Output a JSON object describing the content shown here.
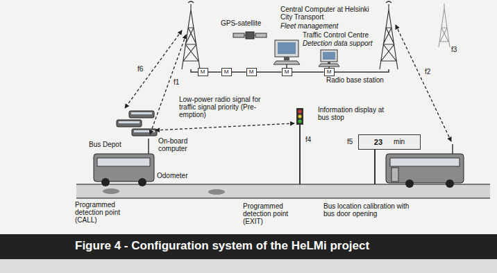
{
  "diagram": {
    "caption": "Figure 4 - Configuration system of the HeLMi project",
    "nodes": [
      {
        "text": [
          "M"
        ]
      },
      {
        "text": [
          "M"
        ]
      },
      {
        "text": [
          "M"
        ]
      },
      {
        "text": [
          "M"
        ]
      },
      {
        "text": [
          "M"
        ]
      },
      {
        "text": [
          "23",
          "min"
        ]
      }
    ],
    "edges": [
      {
        "from": 0,
        "to": 1,
        "arrow": "none"
      },
      {
        "from": 1,
        "to": 2,
        "arrow": "none"
      },
      {
        "from": 2,
        "to": 3,
        "arrow": "none"
      },
      {
        "from": 3,
        "to": 4,
        "arrow": "none"
      }
    ],
    "labels": [
      "GPS-satellite",
      "Central Computer at Helsinki City Transport",
      "Fleet management",
      "Traffic Control Centre",
      "Detection data support",
      "Radio base station",
      "f1",
      "f2",
      "f3",
      "f4",
      "f5",
      "f6",
      "Low-power radio signal for traffic signal priority (Pre-emption)",
      "Bus Depot",
      "On-board computer",
      "Odometer",
      "Information display at bus stop",
      "Programmed detection point (CALL)",
      "Programmed detection point (EXIT)",
      "Bus location calibration with bus door opening"
    ]
  }
}
